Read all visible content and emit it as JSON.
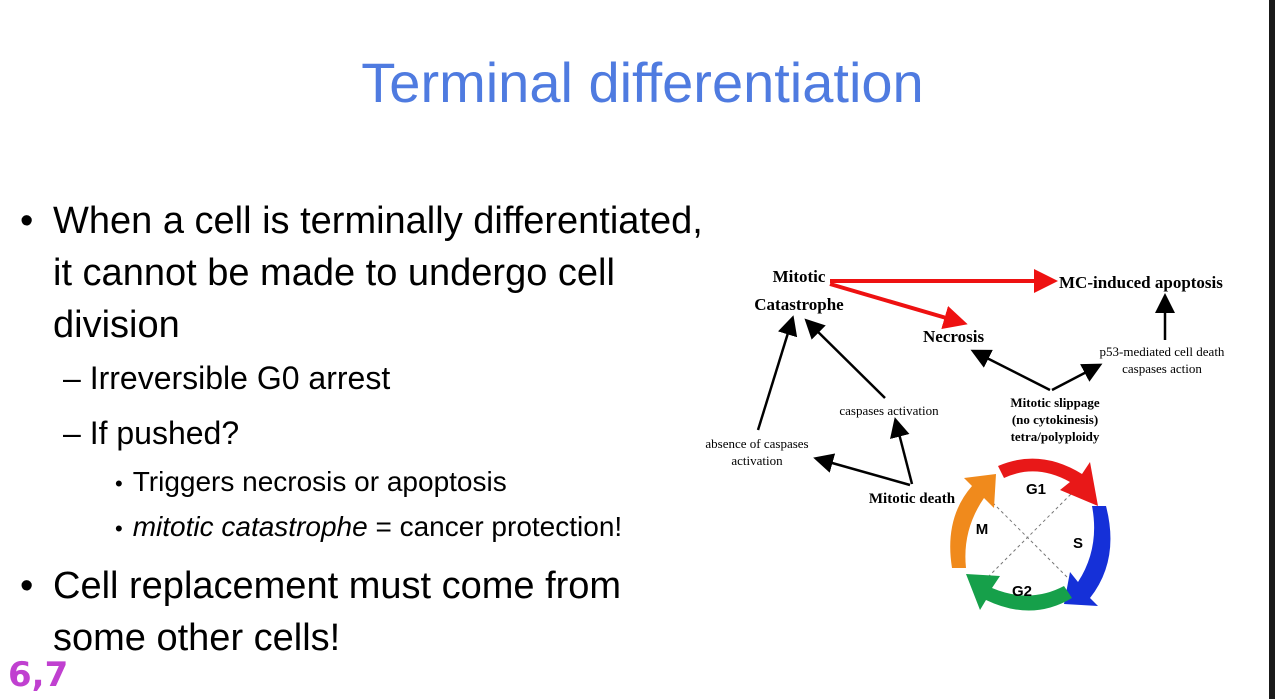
{
  "slide": {
    "title": "Terminal differentiation",
    "page_number": "6,7"
  },
  "bullets": {
    "b1_line1": "When a cell is terminally differentiated,",
    "b1_line2": "it cannot be made to undergo cell",
    "b1_line3": "division",
    "sub1": "– Irreversible G0 arrest",
    "sub2": "– If pushed?",
    "subsub1": "Triggers necrosis or apoptosis",
    "subsub2_italic": "mitotic catastrophe",
    "subsub2_rest": " = cancer protection!",
    "b2_line1": "Cell replacement must come from",
    "b2_line2": "some other cells!",
    "bullet_char": "•"
  },
  "diagram": {
    "mitotic": "Mitotic",
    "catastrophe": "Catastrophe",
    "mc_apoptosis": "MC-induced apoptosis",
    "necrosis": "Necrosis",
    "p53_line1": "p53-mediated cell death",
    "p53_line2": "caspases action",
    "slippage_line1": "Mitotic slippage",
    "slippage_line2": "(no cytokinesis)",
    "slippage_line3": "tetra/polyploidy",
    "caspases_activation": "caspases activation",
    "absence_line1": "absence of caspases",
    "absence_line2": "activation",
    "mitotic_death": "Mitotic death",
    "phase_g1": "G1",
    "phase_s": "S",
    "phase_g2": "G2",
    "phase_m": "M",
    "colors": {
      "red_arrow": "#ee1111",
      "g1": "#e81818",
      "s": "#1530d8",
      "g2": "#16a04a",
      "m": "#f08a1c"
    }
  }
}
